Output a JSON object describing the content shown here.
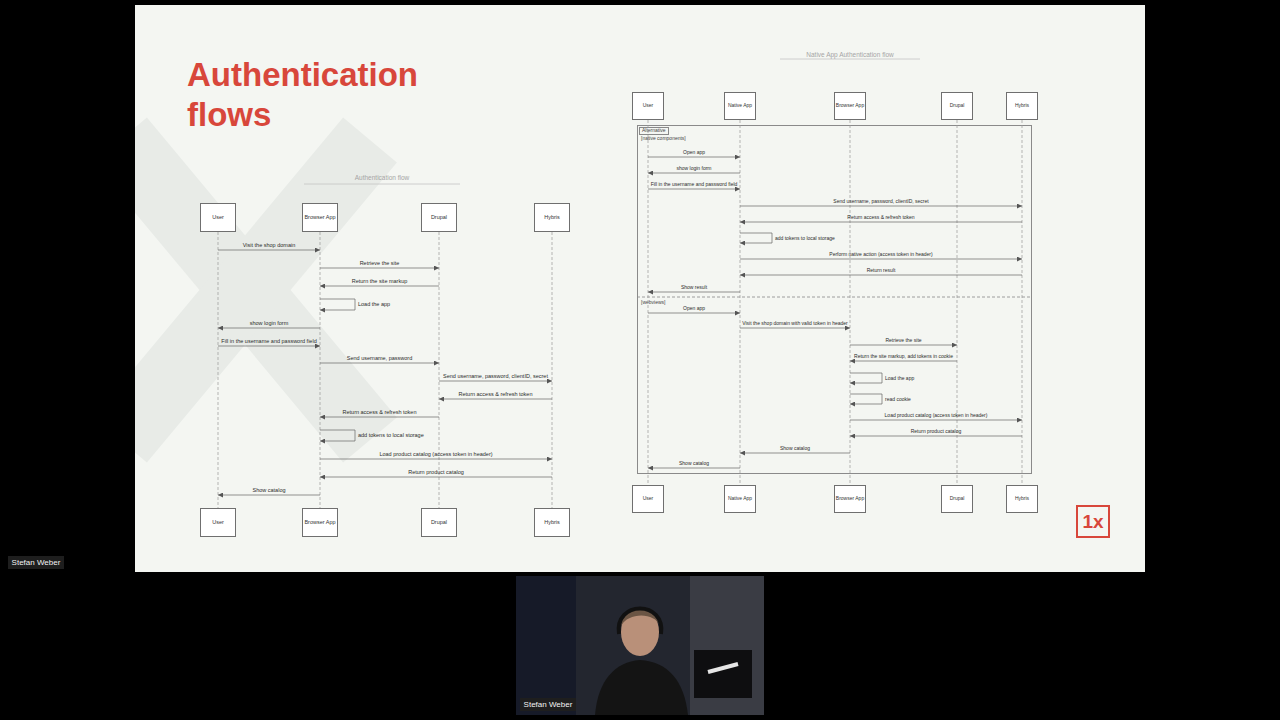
{
  "diagram": {
    "title": "Authentication flows",
    "nodes": [
      {
        "text": [
          "User"
        ]
      },
      {
        "text": [
          "Browser App"
        ]
      },
      {
        "text": [
          "Drupal"
        ]
      },
      {
        "text": [
          "Hybris"
        ]
      },
      {
        "text": [
          "User"
        ]
      },
      {
        "text": [
          "Browser App"
        ]
      },
      {
        "text": [
          "Drupal"
        ]
      },
      {
        "text": [
          "Hybris"
        ]
      },
      {
        "text": [
          "User"
        ]
      },
      {
        "text": [
          "Native App"
        ]
      },
      {
        "text": [
          "Browser App"
        ]
      },
      {
        "text": [
          "Drupal"
        ]
      },
      {
        "text": [
          "Hybris"
        ]
      },
      {
        "text": [
          "Alternative",
          "[native components]",
          "[webviews]"
        ]
      },
      {
        "text": [
          "User"
        ]
      },
      {
        "text": [
          "Native App"
        ]
      },
      {
        "text": [
          "Browser App"
        ]
      },
      {
        "text": [
          "Drupal"
        ]
      },
      {
        "text": [
          "Hybris"
        ]
      },
      {
        "text": [
          "1x"
        ]
      }
    ],
    "edges": [
      {
        "from": 0,
        "to": 4,
        "arrow": "none"
      },
      {
        "from": 1,
        "to": 5,
        "arrow": "none"
      },
      {
        "from": 2,
        "to": 6,
        "arrow": "none"
      },
      {
        "from": 3,
        "to": 7,
        "arrow": "none"
      },
      {
        "from": 8,
        "to": 14,
        "arrow": "none"
      },
      {
        "from": 9,
        "to": 15,
        "arrow": "none"
      },
      {
        "from": 10,
        "to": 16,
        "arrow": "none"
      },
      {
        "from": 11,
        "to": 17,
        "arrow": "none"
      },
      {
        "from": 12,
        "to": 18,
        "arrow": "none"
      }
    ],
    "labels": [
      "Authentication flow",
      "Native App Authentication flow",
      "Visit the shop domain",
      "Retrieve the site",
      "Return the site markup",
      "Load the app",
      "show login form",
      "Fill in the username and password field",
      "Send username, password",
      "Send username, password, clientID, secret",
      "Return access & refresh token",
      "Return access & refresh token",
      "add tokens to local storage",
      "Load product catalog (access token in header)",
      "Return product catalog",
      "Show catalog",
      "Open app",
      "show login form",
      "Fill in the username and password field",
      "Send username, password, clientID, secret",
      "Return access & refresh token",
      "add tokens to local storage",
      "Perform native action (access token in header)",
      "Return result",
      "Show result",
      "Open app",
      "Visit the shop domain with valid token in header",
      "Retrieve the site",
      "Return the site markup, add tokens in cookie",
      "Load the app",
      "read cookie",
      "Load product catalog (access token in header)",
      "Return product catalog",
      "Show catalog",
      "Show catalog",
      "Stefan Weber",
      "Stefan Weber"
    ]
  }
}
